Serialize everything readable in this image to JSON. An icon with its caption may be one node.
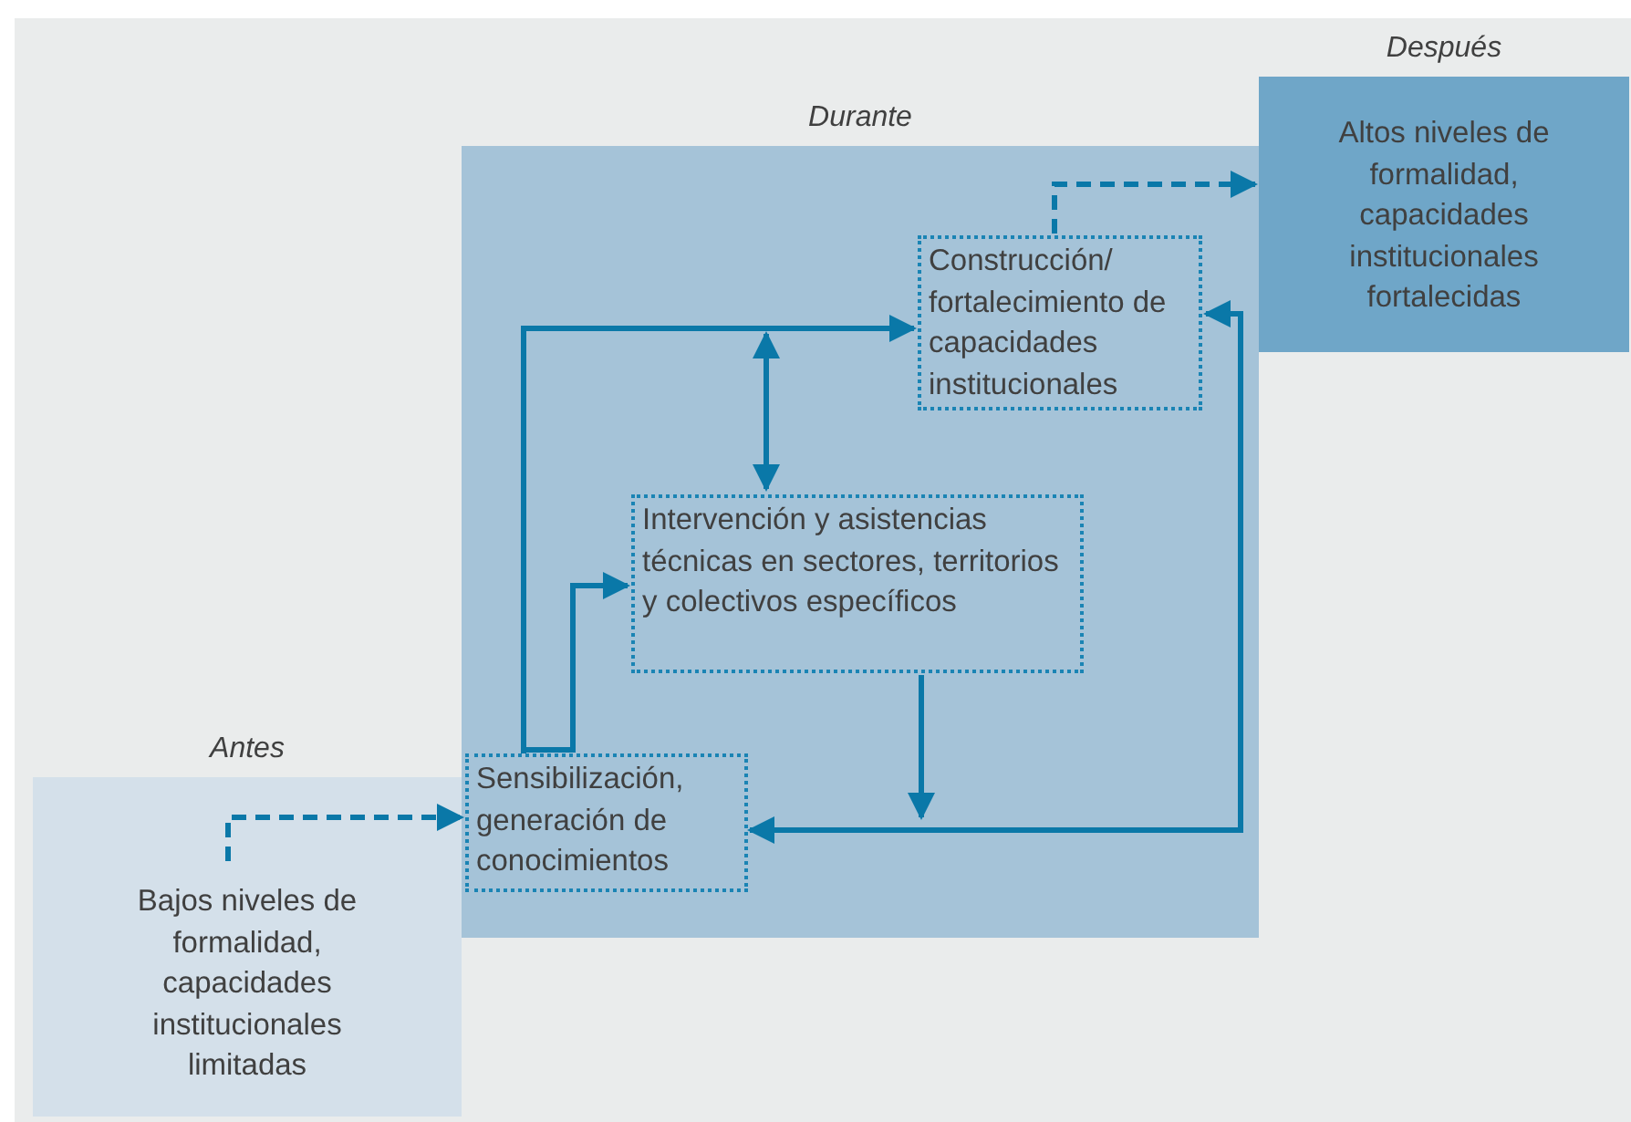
{
  "diagram": {
    "nodes": [
      {
        "text": [
          "Antes",
          "Bajos niveles de formalidad, capacidades institucionales limitadas"
        ]
      },
      {
        "text": [
          "Durante"
        ]
      },
      {
        "text": [
          "Después",
          "Altos niveles de formalidad, capacidades institucionales fortalecidas"
        ]
      },
      {
        "text": [
          "Construcción/ fortalecimiento de capacidades institucionales"
        ],
        "in": 1
      },
      {
        "text": [
          "Intervención y asistencias técnicas en sectores, territorios y colectivos específicos"
        ],
        "in": 1
      },
      {
        "text": [
          "Sensibilización, generación de conocimientos"
        ],
        "in": 1
      }
    ],
    "edges": [
      {
        "from": 0,
        "to": 5,
        "arrow": "to",
        "style": "dashed"
      },
      {
        "from": 5,
        "to": 3,
        "arrow": "to"
      },
      {
        "from": 5,
        "to": 4,
        "arrow": "to"
      },
      {
        "from": null,
        "to": 4,
        "arrow": "both"
      },
      {
        "from": 4,
        "to": null,
        "arrow": "to"
      },
      {
        "from": 5,
        "to": 3,
        "arrow": "both"
      },
      {
        "from": 3,
        "to": 2,
        "arrow": "to",
        "style": "dashed"
      }
    ]
  }
}
